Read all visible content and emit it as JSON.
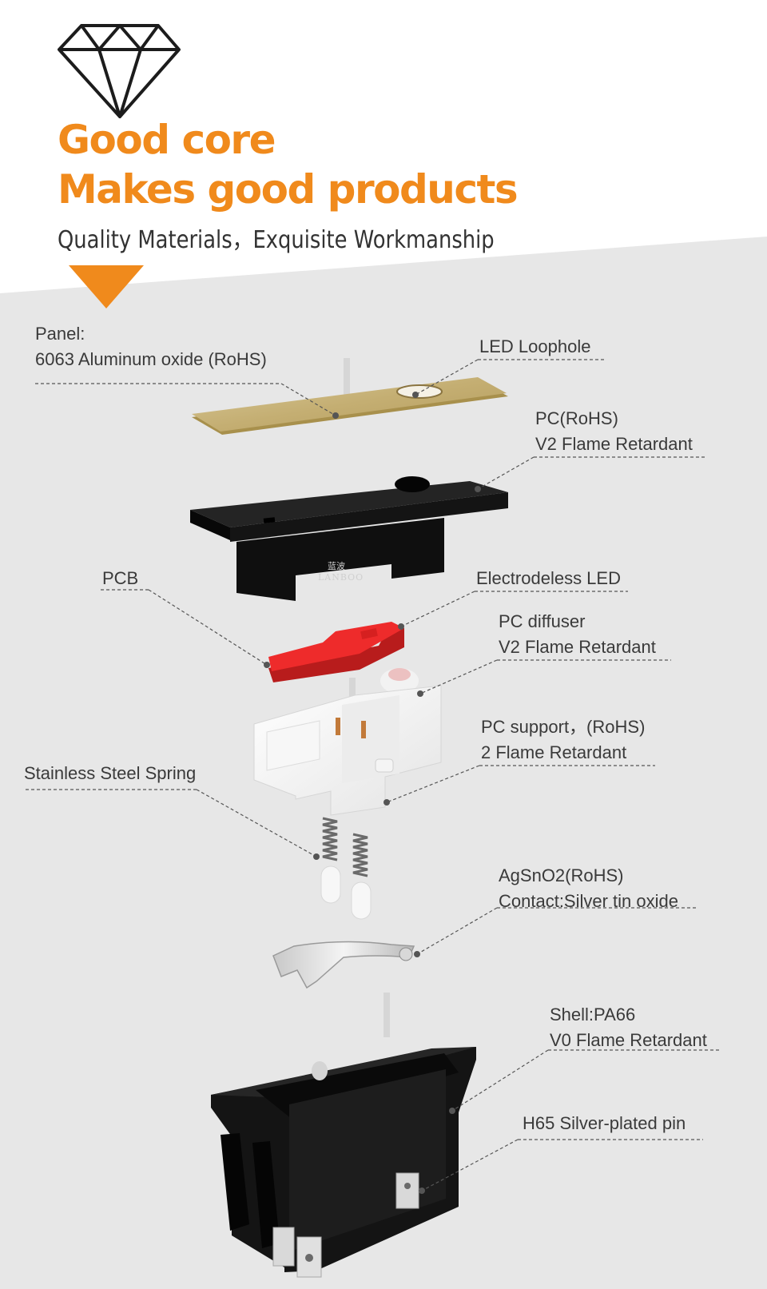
{
  "header": {
    "title_line1": "Good core",
    "title_line2": "Makes good products",
    "subtitle": "Quality Materials，Exquisite Workmanship",
    "icon": "diamond-icon",
    "accent_color": "#f08a1c"
  },
  "watermark": {
    "brand_text": "LANBOO",
    "brand_cn": "蓝波"
  },
  "labels": {
    "panel": {
      "line1": "Panel:",
      "line2": "6063 Aluminum oxide (RoHS)"
    },
    "led_loophole": {
      "line1": "LED  Loophole"
    },
    "pc_rohs": {
      "line1": "PC(RoHS)",
      "line2": "V2 Flame Retardant"
    },
    "pcb": {
      "line1": "PCB"
    },
    "electrodeless_led": {
      "line1": "Electrodeless LED"
    },
    "pc_diffuser": {
      "line1": "PC diffuser",
      "line2": "V2 Flame Retardant"
    },
    "pc_support": {
      "line1": "PC support，(RoHS)",
      "line2": "2 Flame Retardant"
    },
    "spring": {
      "line1": "Stainless Steel Spring"
    },
    "contact": {
      "line1": "AgSnO2(RoHS)",
      "line2": "Contact:Silver tin oxide"
    },
    "shell": {
      "line1": "Shell:PA66",
      "line2": "V0 Flame  Retardant"
    },
    "pin": {
      "line1": "H65 Silver-plated pin"
    }
  },
  "colors": {
    "background_panel": "#e6e6e6",
    "pcb_red": "#ee2b2b",
    "aluminum_gold": "#c9b580",
    "plastic_black": "#111111",
    "leader_line": "#555555"
  }
}
